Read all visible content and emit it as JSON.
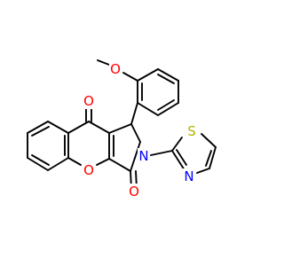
{
  "atoms": {
    "o_methoxy": {
      "label": "O",
      "color": "#ff0000"
    },
    "o_ketone": {
      "label": "O",
      "color": "#ff0000"
    },
    "o_ring": {
      "label": "O",
      "color": "#ff0000"
    },
    "o_lactam": {
      "label": "O",
      "color": "#ff0000"
    },
    "n_pyrrole": {
      "label": "N",
      "color": "#0000ff"
    },
    "n_thiazole": {
      "label": "N",
      "color": "#0000ff"
    },
    "s_thiazole": {
      "label": "S",
      "color": "#b2b200"
    }
  }
}
